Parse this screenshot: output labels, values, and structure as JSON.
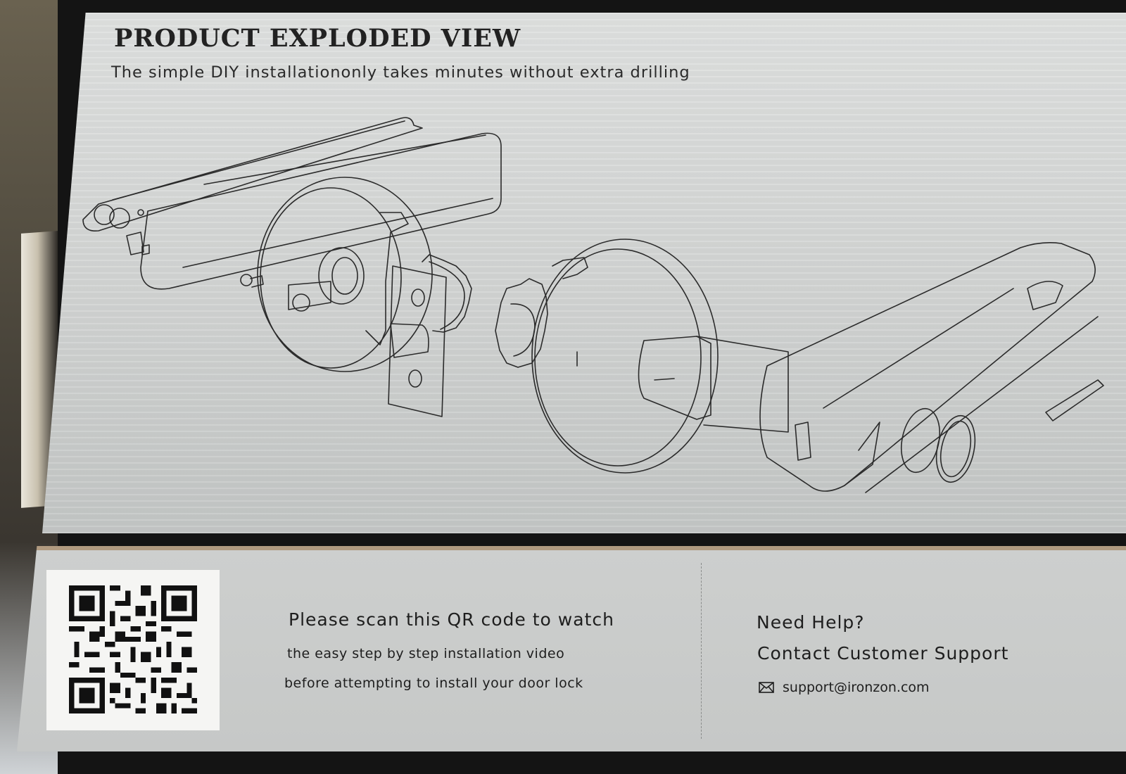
{
  "header": {
    "title": "PRODUCT EXPLODED VIEW",
    "subtitle": "The simple DIY installationonly takes minutes without extra drilling"
  },
  "qr_section": {
    "line1": "Please scan this QR code to watch",
    "line2": "the easy step by step installation video",
    "line3": "before attempting  to install your door lock"
  },
  "help_section": {
    "heading": "Need Help?",
    "subheading": "Contact Customer Support",
    "email_icon": "envelope-icon",
    "email": "support@ironzon.com"
  },
  "colors": {
    "panel": "#d2d4d3",
    "box_black": "#141414",
    "text": "#1e1e1e"
  }
}
